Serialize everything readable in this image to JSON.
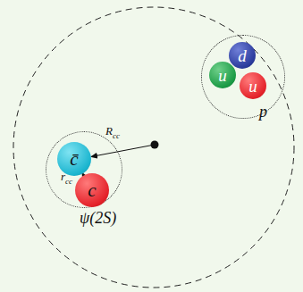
{
  "diagram": {
    "nodes": [
      {
        "text": [
          "ψ(2S)"
        ]
      },
      {
        "text": [
          "c̄"
        ],
        "in": 0
      },
      {
        "text": [
          "c"
        ],
        "in": 0
      },
      {
        "text": [
          "p"
        ]
      },
      {
        "text": [
          "u"
        ],
        "in": 3
      },
      {
        "text": [
          "d"
        ],
        "in": 3
      },
      {
        "text": [
          "u"
        ],
        "in": 3
      }
    ],
    "edges": [
      {
        "from": 2,
        "to": 1,
        "arrow": "to",
        "label": "rcc"
      }
    ],
    "labels": [
      "Rcc"
    ]
  }
}
